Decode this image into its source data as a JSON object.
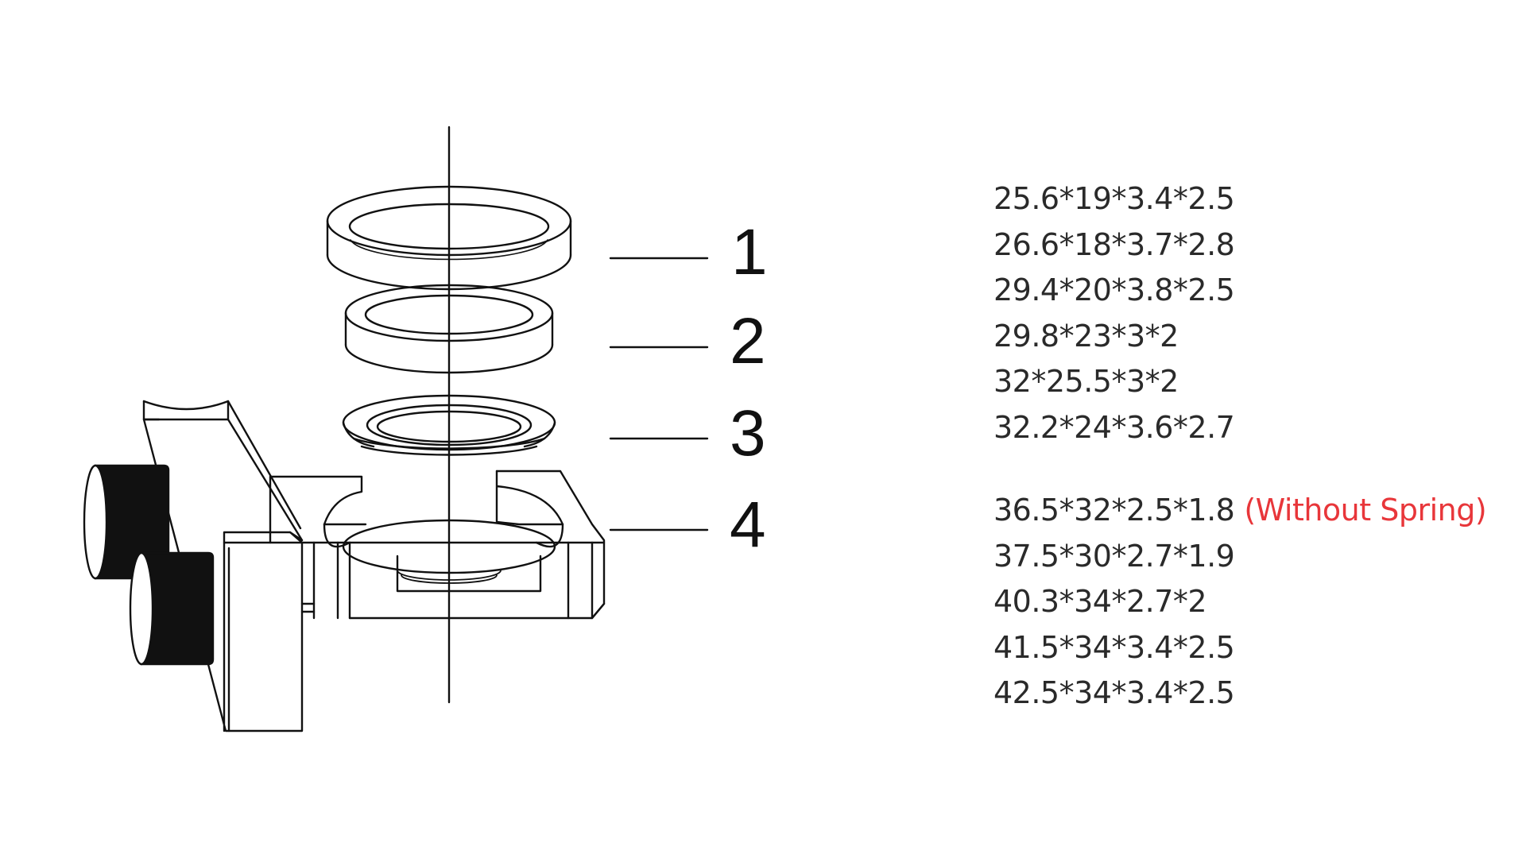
{
  "callouts": [
    "1",
    "2",
    "3",
    "4"
  ],
  "specs": {
    "group_1": [
      {
        "size": "25.6*19*3.4*2.5"
      },
      {
        "size": "26.6*18*3.7*2.8"
      },
      {
        "size": "29.4*20*3.8*2.5"
      },
      {
        "size": "29.8*23*3*2"
      },
      {
        "size": "32*25.5*3*2"
      },
      {
        "size": "32.2*24*3.6*2.7"
      }
    ],
    "group_2": [
      {
        "size": "36.5*32*2.5*1.8",
        "note": "(Without Spring)"
      },
      {
        "size": "37.5*30*2.7*1.9"
      },
      {
        "size": "40.3*34*2.7*2"
      },
      {
        "size": "41.5*34*3.4*2.5"
      },
      {
        "size": "42.5*34*3.4*2.5"
      }
    ]
  },
  "colors": {
    "line": "#111111",
    "text": "#2a2a2a",
    "note": "#e8363a",
    "fill_dark": "#111111"
  }
}
